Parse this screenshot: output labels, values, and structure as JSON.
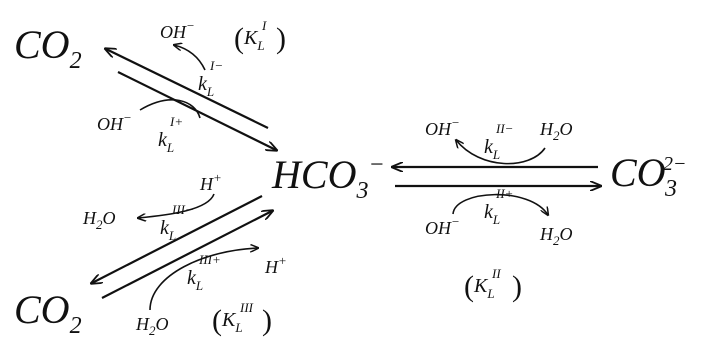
{
  "species": {
    "co2_top": {
      "main": "CO",
      "sub": "2"
    },
    "co2_bottom": {
      "main": "CO",
      "sub": "2"
    },
    "hco3": {
      "main": "HCO",
      "sub": "3",
      "sup": "−"
    },
    "co3": {
      "main": "CO",
      "sub": "3",
      "sup": "2−"
    }
  },
  "reaction_I": {
    "fwd_reagent": {
      "main": "OH",
      "sup": "−"
    },
    "rev_product": {
      "main": "OH",
      "sup": "−"
    },
    "fwd_rate": {
      "main": "k",
      "sub": "L",
      "sup": "I+"
    },
    "rev_rate": {
      "main": "k",
      "sub": "L",
      "sup": "I−"
    },
    "equilibrium": {
      "main": "K",
      "sub": "L",
      "sup": "I"
    }
  },
  "reaction_II": {
    "top_left": {
      "main": "OH",
      "sup": "−"
    },
    "top_right": {
      "main": "H",
      "sub": "2",
      "tail": "O"
    },
    "bottom_left": {
      "main": "OH",
      "sup": "−"
    },
    "bottom_right": {
      "main": "H",
      "sub": "2",
      "tail": "O"
    },
    "rev_rate": {
      "main": "k",
      "sub": "L",
      "sup": "II−"
    },
    "fwd_rate": {
      "main": "k",
      "sub": "L",
      "sup": "II+"
    },
    "equilibrium": {
      "main": "K",
      "sub": "L",
      "sup": "II"
    }
  },
  "reaction_III": {
    "h_plus_top": {
      "main": "H",
      "sup": "+"
    },
    "h2o_left": {
      "main": "H",
      "sub": "2",
      "tail": "O"
    },
    "h_plus_right": {
      "main": "H",
      "sup": "+"
    },
    "h2o_bottom": {
      "main": "H",
      "sub": "2",
      "tail": "O"
    },
    "rev_rate": {
      "main": "k",
      "sub": "L",
      "sup": "III−"
    },
    "fwd_rate": {
      "main": "k",
      "sub": "L",
      "sup": "III+"
    },
    "equilibrium": {
      "main": "K",
      "sub": "L",
      "sup": "III"
    }
  }
}
